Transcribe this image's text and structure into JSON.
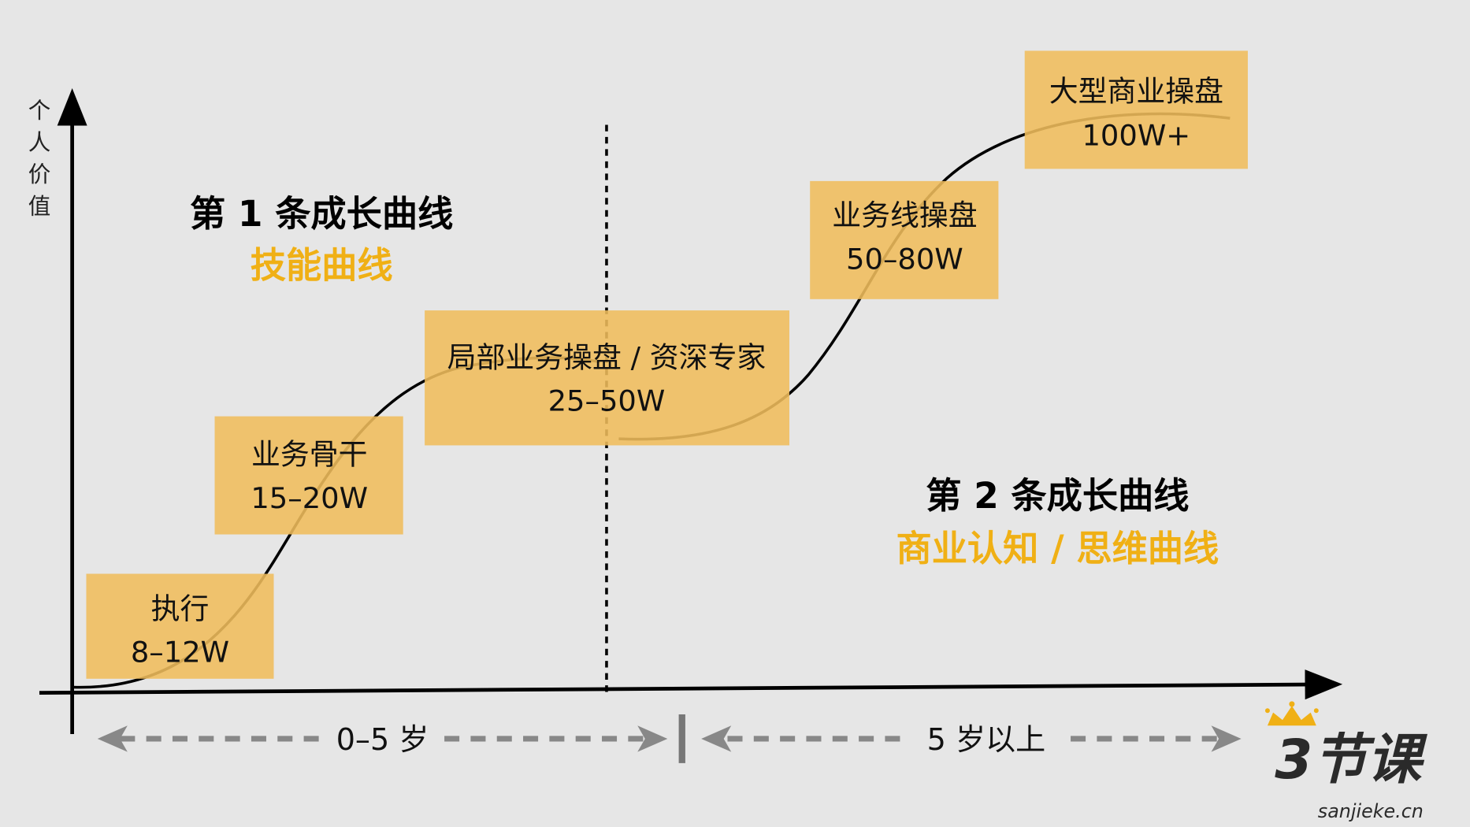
{
  "y_axis_label": [
    "个",
    "人",
    "价",
    "值"
  ],
  "curve1": {
    "title": "第 1 条成长曲线",
    "subtitle": "技能曲线"
  },
  "curve2": {
    "title": "第 2 条成长曲线",
    "subtitle": "商业认知 / 思维曲线"
  },
  "stages": [
    {
      "role": "执行",
      "salary": "8–12W"
    },
    {
      "role": "业务骨干",
      "salary": "15–20W"
    },
    {
      "role": "局部业务操盘 / 资深专家",
      "salary": "25–50W"
    },
    {
      "role": "业务线操盘",
      "salary": "50–80W"
    },
    {
      "role": "大型商业操盘",
      "salary": "100W+"
    }
  ],
  "ranges": {
    "left": "0–5 岁",
    "right": "5 岁以上"
  },
  "logo": {
    "name": "3节课",
    "url_text": "sanjieke.cn"
  },
  "colors": {
    "accent": "#f0b015",
    "box": "#f0bd5c",
    "background": "#e6e6e6"
  }
}
